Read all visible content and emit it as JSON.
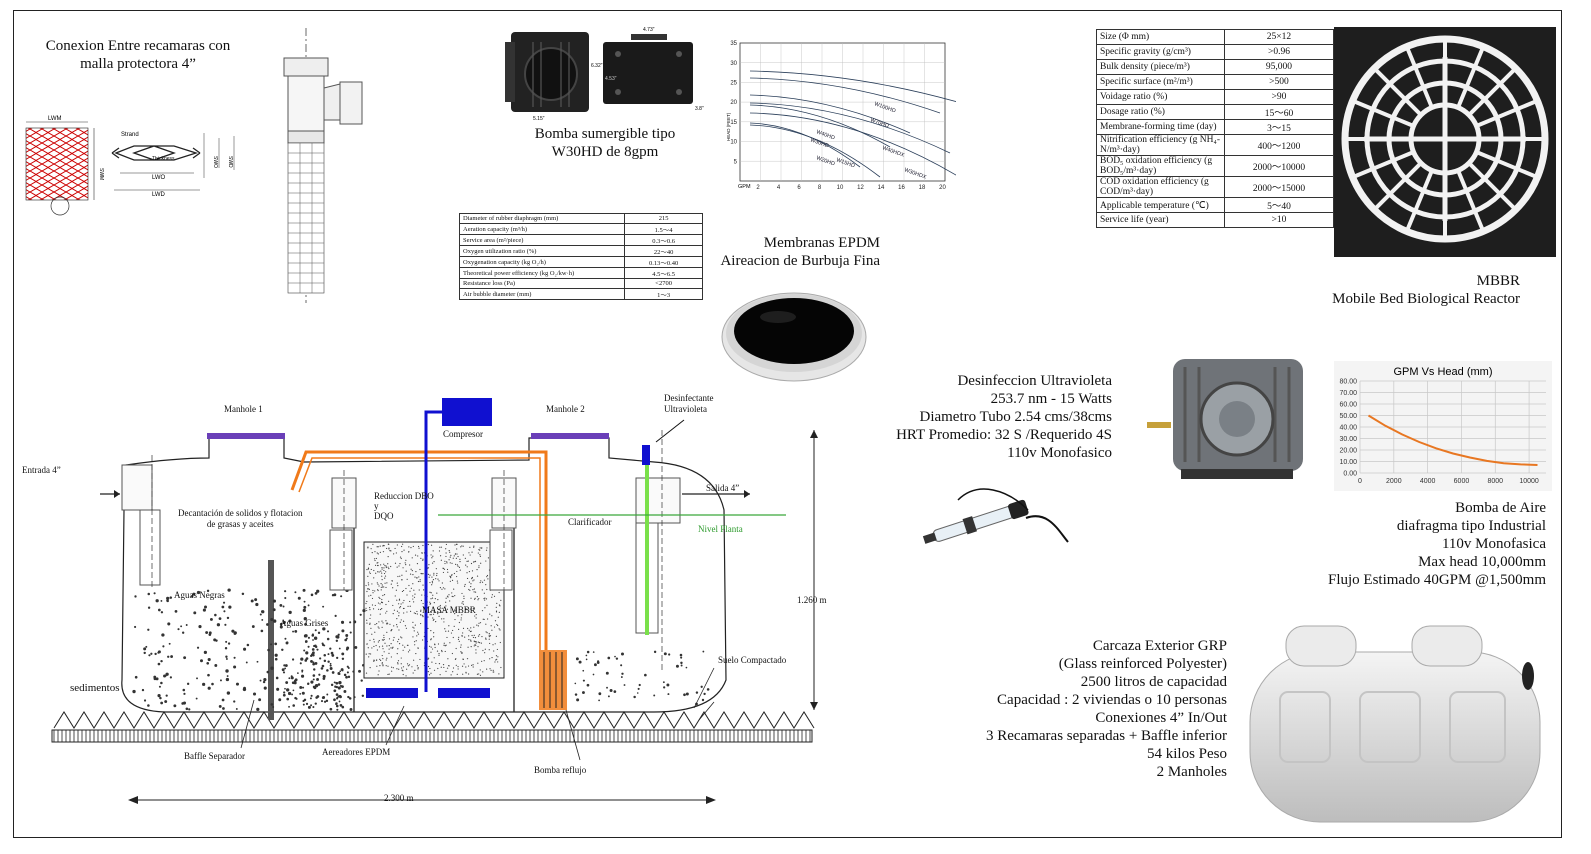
{
  "mesh": {
    "caption": "Conexion Entre recamaras con malla protectora 4”",
    "labels": {
      "lwm": "LWM",
      "strand": "Strand",
      "thickness": "Thickness",
      "swo": "SWO",
      "swd": "SWD",
      "swm": "SWM",
      "lwo": "LWO",
      "lwd": "LWD"
    }
  },
  "pump": {
    "caption_line1": "Bomba sumergible tipo",
    "caption_line2": "W30HD de 8gpm",
    "dims": {
      "top": "4.73”",
      "side": "6.32”",
      "inner": "4.53”",
      "bottom": "5.15”",
      "depth": "3.8”"
    }
  },
  "pump_curve": {
    "yaxis_label": "HEAD (FEET)",
    "x_prefix": "GPM",
    "x_ticks": [
      "2",
      "4",
      "6",
      "8",
      "10",
      "12",
      "14",
      "16",
      "18",
      "20"
    ],
    "y_ticks": [
      "5",
      "10",
      "15",
      "20",
      "25",
      "30",
      "35"
    ],
    "curves": [
      "W100HD",
      "W70HD",
      "W40HD",
      "W30HD",
      "W40HDX",
      "W20HD",
      "W15HD",
      "W30HDX"
    ]
  },
  "epdm_table": {
    "rows": [
      [
        "Diameter of rubber diaphragm (mm)",
        "215"
      ],
      [
        "Aeration capacity (m³/h)",
        "1.5～4"
      ],
      [
        "Service area (m²/piece)",
        "0.3～0.6"
      ],
      [
        "Oxygen utilization ratio (%)",
        "22～40"
      ],
      [
        "Oxygenation capacity (kg O₂/h)",
        "0.13～0.40"
      ],
      [
        "Theoretical power efficiency (kg O₂/kw·h)",
        "4.5～6.5"
      ],
      [
        "Resistance loss (Pa)",
        "<2700"
      ],
      [
        "Air bubble diameter (mm)",
        "1～3"
      ]
    ]
  },
  "epdm": {
    "caption_line1": "Membranas EPDM",
    "caption_line2": "Aireacion de Burbuja Fina"
  },
  "mbbr_table": {
    "rows": [
      [
        "Size (Φ mm)",
        "25×12"
      ],
      [
        "Specific gravity (g/cm³)",
        ">0.96"
      ],
      [
        "Bulk density (piece/m³)",
        "95,000"
      ],
      [
        "Specific surface (m²/m³)",
        ">500"
      ],
      [
        "Voidage ratio (%)",
        ">90"
      ],
      [
        "Dosage ratio (%)",
        "15～60"
      ],
      [
        "Membrane-forming time (day)",
        "3～15"
      ],
      [
        "Nitrification efficiency (g NH₄-N/m³·day)",
        "400～1200"
      ],
      [
        "BOD₅ oxidation efficiency (g BOD₅/m³·day)",
        "2000～10000"
      ],
      [
        "COD oxidation efficiency (g COD/m³·day)",
        "2000～15000"
      ],
      [
        "Applicable temperature (℃)",
        "5～40"
      ],
      [
        "Service life (year)",
        ">10"
      ]
    ]
  },
  "mbbr": {
    "caption_line1": "MBBR",
    "caption_line2": "Mobile Bed Biological Reactor"
  },
  "uv": {
    "lines": [
      "Desinfeccion Ultravioleta",
      "253.7 nm - 15 Watts",
      "Diametro Tubo 2.54 cms/38cms",
      "HRT Promedio: 32 S /Requerido 4S",
      "110v Monofasico"
    ]
  },
  "air_pump": {
    "lines": [
      "Bomba de Aire",
      "diafragma tipo Industrial",
      "110v Monofasica",
      "Max head 10,000mm",
      "Flujo Estimado 40GPM @1,500mm"
    ]
  },
  "chart_data": {
    "type": "line",
    "title": "GPM Vs Head (mm)",
    "x_ticks": [
      0,
      2000,
      4000,
      6000,
      8000,
      10000
    ],
    "y_ticks": [
      "0.00",
      "10.00",
      "20.00",
      "30.00",
      "40.00",
      "50.00",
      "60.00",
      "70.00",
      "80.00"
    ],
    "xlim": [
      0,
      11000
    ],
    "ylim": [
      0,
      80
    ],
    "grid": true,
    "line_color": "#e87722",
    "x": [
      500,
      1500,
      2500,
      3500,
      4500,
      5500,
      6500,
      7500,
      8500,
      9500,
      10500
    ],
    "y": [
      50,
      41,
      33.5,
      27,
      21.5,
      17,
      13.5,
      10.5,
      8.5,
      7.5,
      7
    ]
  },
  "tank": {
    "lines": [
      "Carcaza Exterior GRP",
      "(Glass reinforced Polyester)",
      "2500 litros de capacidad",
      "Capacidad : 2 viviendas o 10 personas",
      "Conexiones 4” In/Out",
      "3 Recamaras separadas + Baffle inferior",
      "54 kilos Peso",
      "2 Manholes"
    ]
  },
  "diagram": {
    "manhole1": "Manhole 1",
    "manhole2": "Manhole 2",
    "uv_label_line1": "Desinfectante",
    "uv_label_line2": "Ultravioleta",
    "compresor": "Compresor",
    "entrada": "Entrada 4”",
    "salida": "Salida 4”",
    "decant_line1": "Decantación de  solidos y flotacion",
    "decant_line2": "de grasas y aceites",
    "reduccion_line1": "Reduccion DBO",
    "reduccion_line2": "y",
    "reduccion_line3": "DQO",
    "clarificador": "Clarificador",
    "nivel": "Nivel Planta",
    "aguas_negras": "Aguas Negras",
    "aguas_grises": "Aguas Grises",
    "masa": "MASA MBBR",
    "sedimentos": "sedimentos",
    "suelo": "Suelo Compactado",
    "baffle": "Baffle Separador",
    "aereadores": "Aereadores EPDM",
    "bomba_reflujo": "Bomba reflujo",
    "height": "1.260 m",
    "width": "2.300 m"
  }
}
